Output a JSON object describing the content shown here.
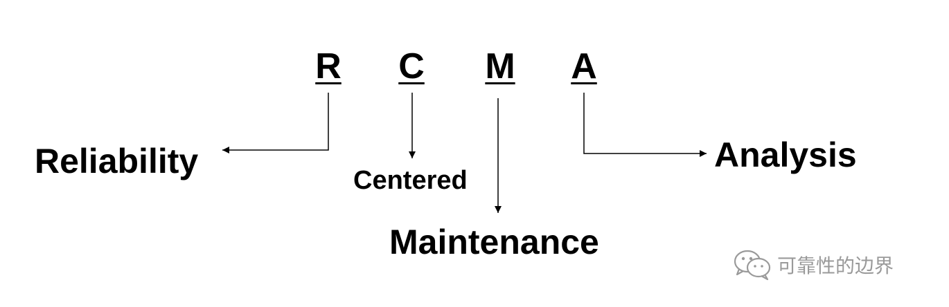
{
  "acronym": {
    "r": "R",
    "c": "C",
    "m": "M",
    "a": "A"
  },
  "words": {
    "reliability": "Reliability",
    "centered": "Centered",
    "maintenance": "Maintenance",
    "analysis": "Analysis"
  },
  "watermark": {
    "text": "可靠性的边界",
    "icon": "wechat-icon"
  },
  "colors": {
    "text": "#000000",
    "watermark": "#9a9a9a"
  }
}
